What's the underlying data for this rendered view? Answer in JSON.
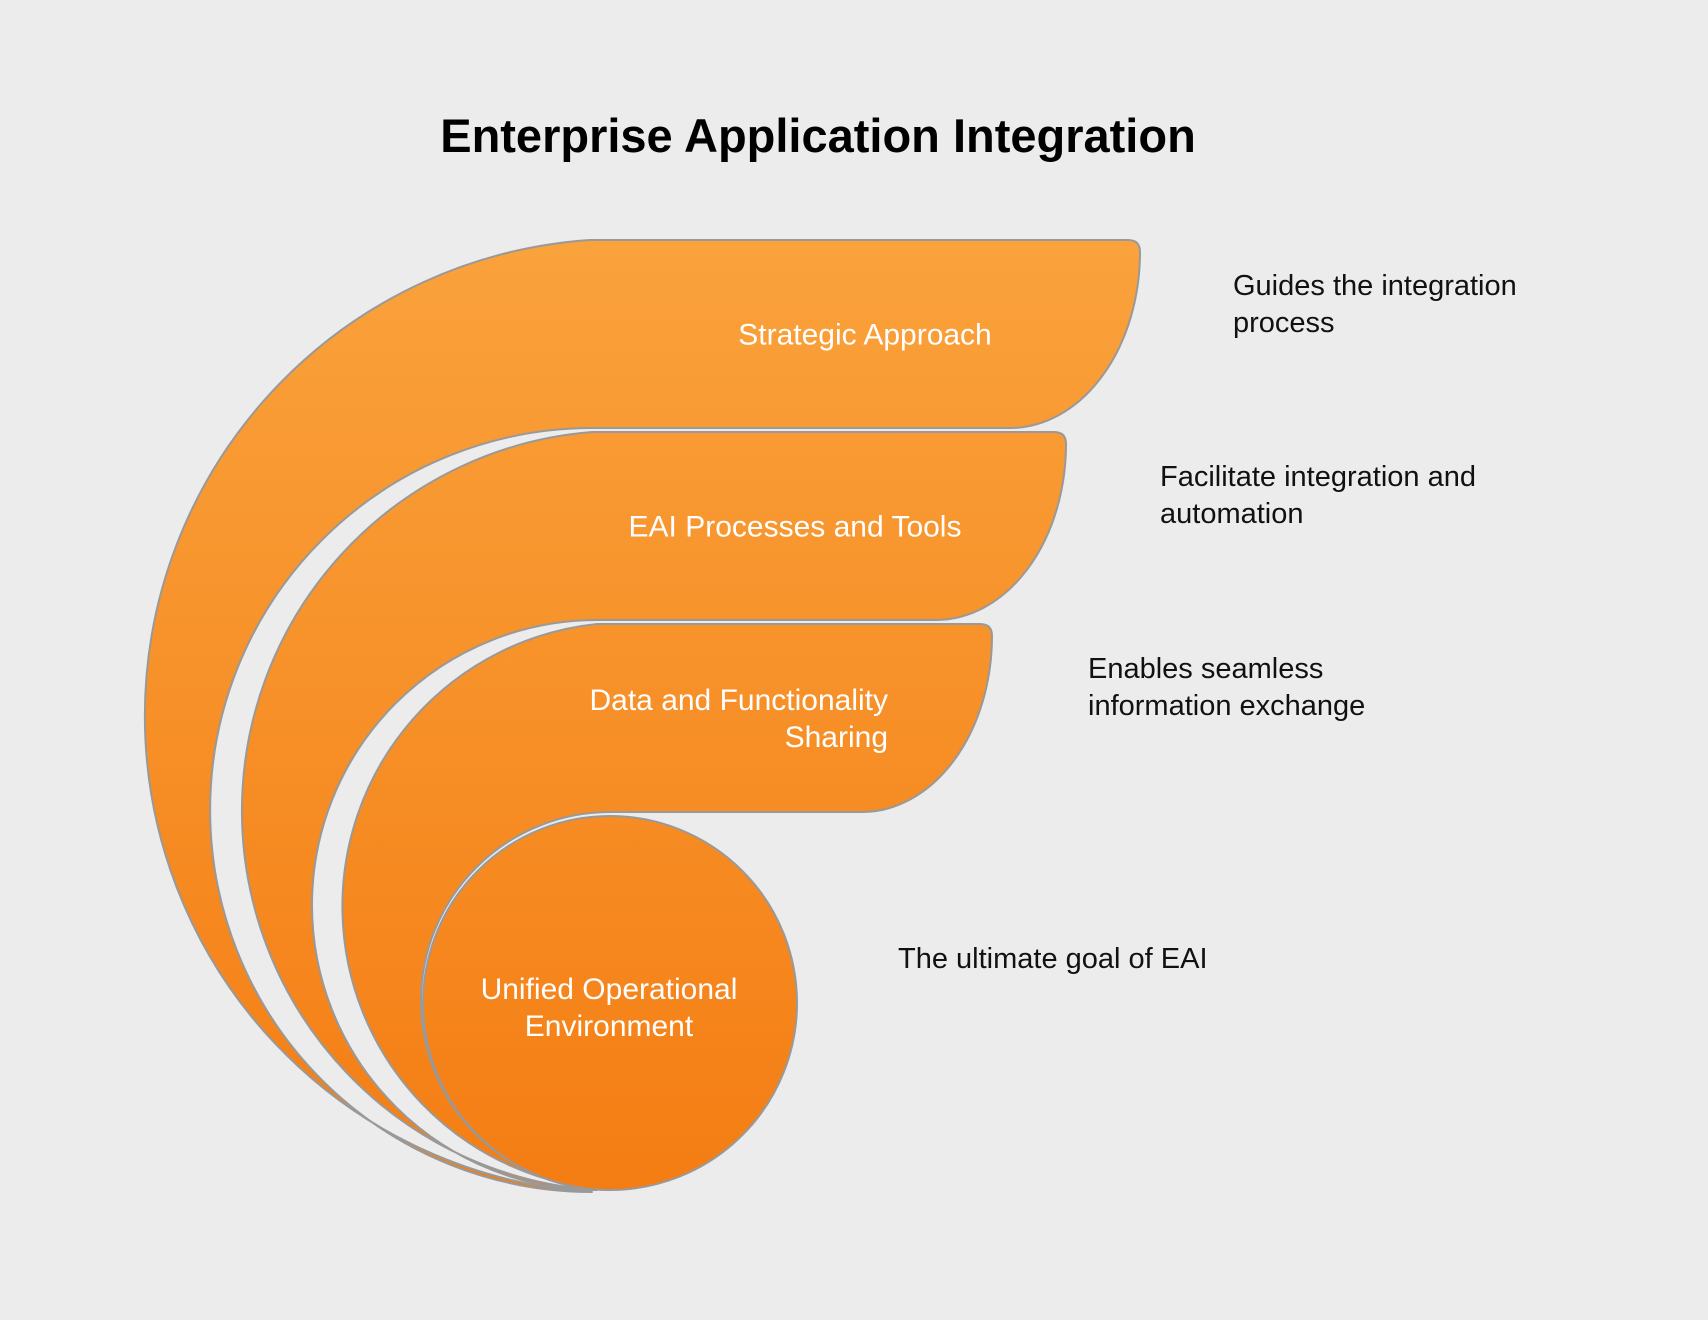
{
  "title": "Enterprise Application Integration",
  "colors": {
    "background": "#ececec",
    "shape_gradient_top": "#faa23c",
    "shape_gradient_bottom": "#f47d13",
    "shape_outline": "#999999",
    "label_text": "#ffffff",
    "annotation_text": "#111111",
    "title_text": "#000000"
  },
  "diagram": {
    "type": "nested-swirl-funnel",
    "items": [
      {
        "label": "Strategic Approach",
        "description": "Guides the integration\nprocess"
      },
      {
        "label": "EAI Processes and Tools",
        "description": "Facilitate integration and\nautomation"
      },
      {
        "label": "Data and Functionality\nSharing",
        "description": "Enables seamless\ninformation exchange"
      },
      {
        "label": "Unified Operational\nEnvironment",
        "description": "The ultimate goal of EAI"
      }
    ]
  }
}
